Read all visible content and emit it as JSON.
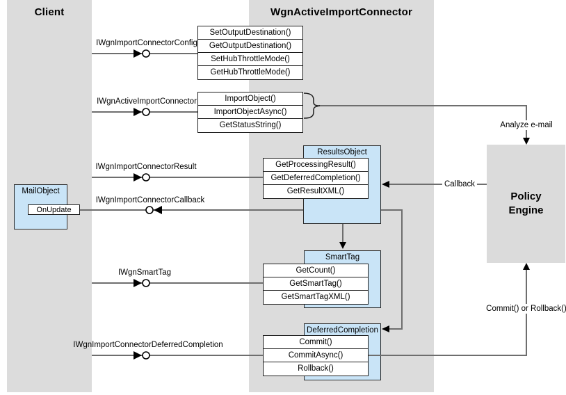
{
  "columns": {
    "client_title": "Client",
    "connector_title": "WgnActiveImportConnector"
  },
  "policy_engine": {
    "title": "Policy Engine"
  },
  "interfaces": {
    "config": "IWgnImportConnectorConfig",
    "active": "IWgnActiveImportConnector",
    "result": "IWgnImportConnectorResult",
    "callback": "IWgnImportConnectorCallback",
    "smarttag": "IWgnSmartTag",
    "deferred": "IWgnImportConnectorDeferredCompletion"
  },
  "groups": {
    "config_methods": [
      "SetOutputDestination()",
      "GetOutputDestination()",
      "SetHubThrottleMode()",
      "GetHubThrottleMode()"
    ],
    "import_methods": [
      "ImportObject()",
      "ImportObjectAsync()",
      "GetStatusString()"
    ]
  },
  "objects": {
    "results": {
      "title": "ResultsObject",
      "methods": [
        "GetProcessingResult()",
        "GetDeferredCompletion()",
        "GetResultXML()"
      ]
    },
    "smarttag": {
      "title": "SmartTag",
      "methods": [
        "GetCount()",
        "GetSmartTag()",
        "GetSmartTagXML()"
      ]
    },
    "deferred": {
      "title": "DeferredCompletion",
      "methods": [
        "Commit()",
        "CommitAsync()",
        "Rollback()"
      ]
    },
    "mail": {
      "title": "MailObject",
      "method": "OnUpdate"
    }
  },
  "annotations": {
    "analyze_email": "Analyze e-mail",
    "callback": "Callback",
    "commit_or_rollback": "Commit() or Rollback()"
  },
  "colors": {
    "column_bg": "#dcdcdc",
    "policy_engine_bg": "#dbdbdb",
    "object_bg": "#c9e4f7",
    "line": "#6e6e6e",
    "border": "#1c1c1c"
  }
}
